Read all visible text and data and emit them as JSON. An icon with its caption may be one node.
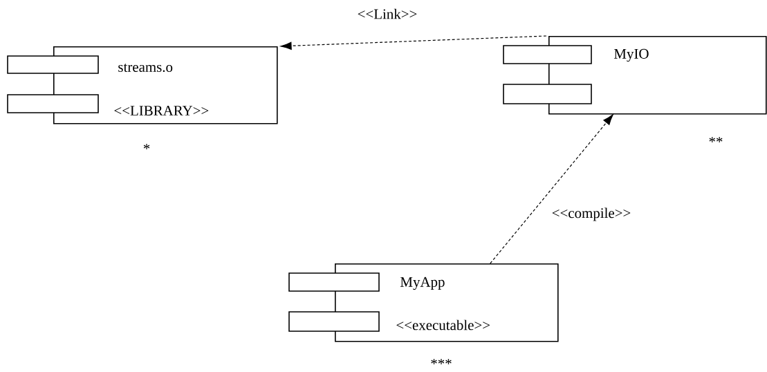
{
  "diagram": {
    "nodes": [
      {
        "text": [
          "streams.o",
          "<<LIBRARY>>"
        ],
        "beside": [
          "*"
        ]
      },
      {
        "text": [
          "MyIO"
        ],
        "beside": [
          "**"
        ]
      },
      {
        "text": [
          "MyApp",
          "<<executable>>"
        ],
        "beside": [
          "***"
        ]
      }
    ],
    "edges": [
      {
        "from": 1,
        "to": 0,
        "arrow": "to",
        "label": "<<Link>>",
        "style": "dashed"
      },
      {
        "from": 2,
        "to": 1,
        "arrow": "to",
        "label": "<<compile>>",
        "style": "dashed"
      }
    ]
  }
}
